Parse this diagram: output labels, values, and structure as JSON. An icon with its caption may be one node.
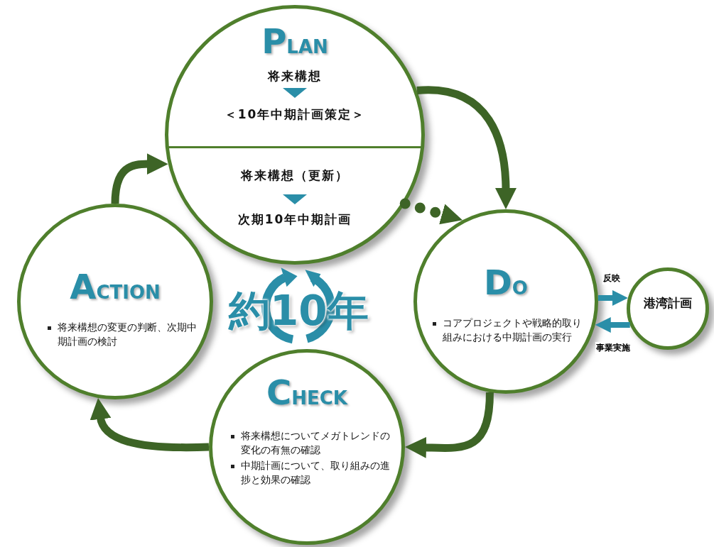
{
  "diagram": {
    "nodes": [
      {
        "text": [
          "PLAN",
          "将来構想",
          "＜10年中期計画策定＞",
          "将来構想（更新）",
          "次期10年中期計画"
        ]
      },
      {
        "text": [
          "DO",
          "コアプロジェクトや戦略的取り組みにおける中期計画の実行"
        ]
      },
      {
        "text": [
          "港湾計画"
        ]
      },
      {
        "text": [
          "CHECK",
          "将来構想についてメガトレンドの変化の有無の確認",
          "中期計画について、取り組みの進捗と効果の確認"
        ]
      },
      {
        "text": [
          "ACTION",
          "将来構想の変更の判断、次期中期計画の検討"
        ]
      }
    ],
    "edges": [
      {
        "from": 0,
        "to": 1,
        "arrow": "to"
      },
      {
        "from": 0,
        "to": 1,
        "arrow": "to",
        "style": "dashed"
      },
      {
        "from": 1,
        "to": 3,
        "arrow": "to"
      },
      {
        "from": 3,
        "to": 4,
        "arrow": "to"
      },
      {
        "from": 4,
        "to": 0,
        "arrow": "to"
      },
      {
        "from": 1,
        "to": 2,
        "arrow": "to",
        "label": "反映",
        "color": "#2a8ea8"
      },
      {
        "from": 2,
        "to": 1,
        "arrow": "to",
        "label": "事業実施",
        "color": "#2a8ea8"
      }
    ],
    "labels": [
      "約10年"
    ]
  }
}
